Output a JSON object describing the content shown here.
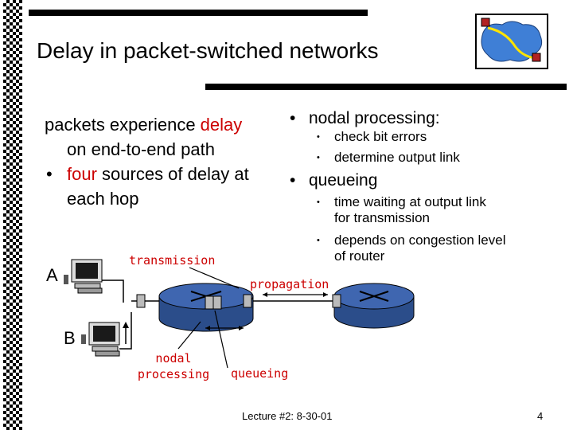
{
  "title": "Delay in packet-switched networks",
  "left": {
    "line1_prefix": "packets experience ",
    "line1_red": "delay",
    "line2": "on end-to-end path",
    "bullet_red": "four",
    "bullet_rest": " sources of delay at",
    "bullet_line2": "each hop"
  },
  "right": {
    "nodal_heading": "nodal processing:",
    "nodal_items": [
      "check bit errors",
      "determine output link"
    ],
    "queueing_heading": "queueing",
    "queueing_items": [
      "time waiting at output link for transmission",
      "depends on congestion level of router"
    ]
  },
  "diagram": {
    "host_a": "A",
    "host_b": "B",
    "transmission": "transmission",
    "propagation": "propagation",
    "nodal_processing": "nodal processing",
    "queueing": "queueing"
  },
  "footer": {
    "lecture": "Lecture #2: 8-30-01",
    "page": "4"
  }
}
